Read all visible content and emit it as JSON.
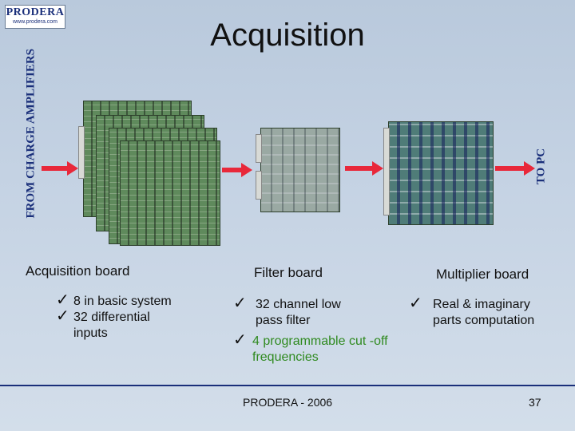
{
  "logo": {
    "brand": "PRODERA",
    "url": "www.prodera.com"
  },
  "slide": {
    "title": "Acquisition",
    "left_label": "FROM CHARGE AMPLIFIERS",
    "right_label": "TO PC"
  },
  "boards": [
    {
      "caption": "Acquisition board",
      "bullets": [
        "8 in basic system",
        "32 differential inputs"
      ]
    },
    {
      "caption": "Filter board",
      "bullets": [
        "32 channel low pass filter",
        "4 programmable cut -off frequencies"
      ]
    },
    {
      "caption": "Multiplier board",
      "bullets": [
        "Real & imaginary parts computation"
      ]
    }
  ],
  "footer": {
    "text": "PRODERA - 2006",
    "page": "37"
  },
  "colors": {
    "arrow": "#e8283a",
    "accent": "#1a2f7a",
    "highlight_text": "#2f8a1f"
  },
  "icons": {
    "bullet": "check-icon"
  }
}
